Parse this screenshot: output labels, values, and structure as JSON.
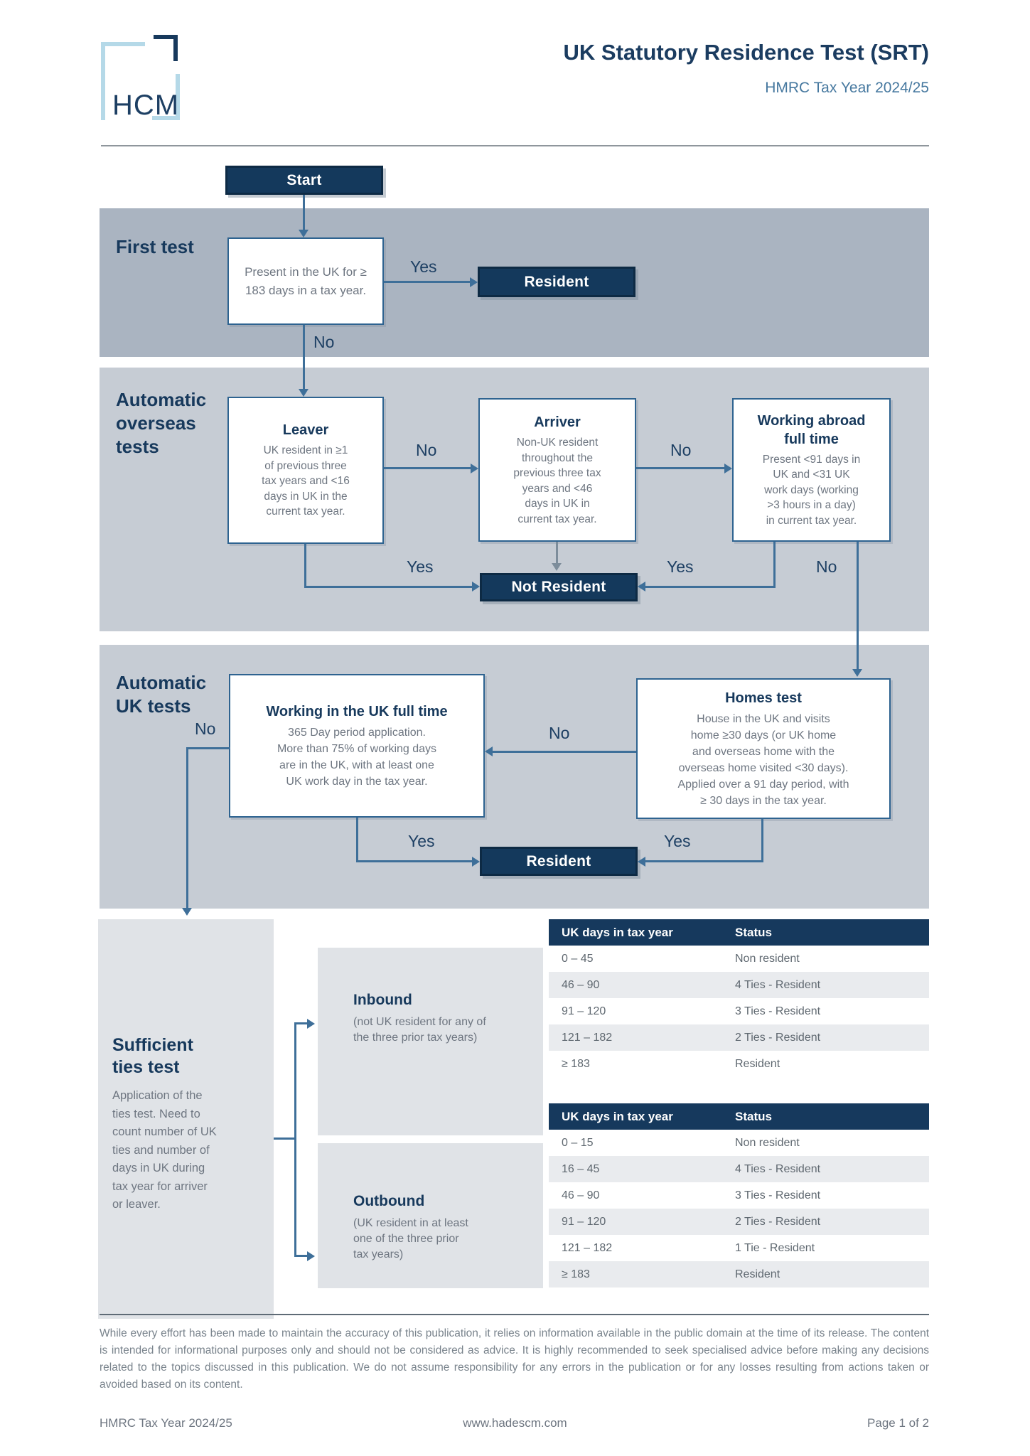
{
  "header": {
    "logo_text": "HCM",
    "title": "UK Statutory Residence Test (SRT)",
    "subtitle": "HMRC Tax Year 2024/25"
  },
  "sections": {
    "first": "First test",
    "overseas": "Automatic\noverseas\ntests",
    "uk": "Automatic\nUK tests"
  },
  "flow": {
    "start": "Start",
    "present": {
      "body": "Present in the UK for ≥\n183 days in a tax year."
    },
    "leaver": {
      "title": "Leaver",
      "body": "UK resident in ≥1\nof previous three\ntax years and <16\ndays in UK in the\ncurrent tax year."
    },
    "arriver": {
      "title": "Arriver",
      "body": "Non-UK resident\nthroughout the\nprevious three tax\nyears and <46\ndays in UK in\ncurrent tax year."
    },
    "working_abroad": {
      "title": "Working abroad\nfull time",
      "body": "Present <91 days in\nUK and <31 UK\nwork days (working\n>3 hours in a day)\nin current tax year."
    },
    "working_uk": {
      "title": "Working in the UK full time",
      "body": "365 Day period application.\nMore than 75% of working days\nare in the UK, with at least one\nUK work day in the tax year."
    },
    "homes": {
      "title": "Homes test",
      "body": "House in the UK and visits\nhome ≥30 days (or UK home\nand overseas home with the\noverseas home visited <30 days).\nApplied over a 91 day period, with\n≥ 30 days in the tax year."
    },
    "terminals": {
      "resident_top": "Resident",
      "not_resident": "Not Resident",
      "resident_mid": "Resident"
    },
    "labels": {
      "first_yes": "Yes",
      "first_no": "No",
      "leaver_no": "No",
      "arriver_no": "No",
      "leaver_yes": "Yes",
      "working_yes": "Yes",
      "working_no": "No",
      "homes_no": "No",
      "workinguk_no": "No",
      "workinguk_yes": "Yes",
      "homes_yes": "Yes"
    }
  },
  "ties": {
    "title": "Sufficient\nties test",
    "body": "Application of the\nties test. Need to\ncount number of UK\nties and number of\ndays in UK during\ntax year for arriver\nor leaver.",
    "inbound": {
      "title": "Inbound",
      "note": "(not UK resident for any of\nthe three prior tax years)"
    },
    "outbound": {
      "title": "Outbound",
      "note": "(UK resident in at least\none of the three prior\ntax years)"
    }
  },
  "tables": {
    "col_days": "UK days in tax year",
    "col_status": "Status",
    "inbound_rows": [
      [
        "0 – 45",
        "Non resident"
      ],
      [
        "46 – 90",
        "4 Ties - Resident"
      ],
      [
        "91 – 120",
        "3 Ties - Resident"
      ],
      [
        "121 – 182",
        "2 Ties - Resident"
      ],
      [
        "≥ 183",
        "Resident"
      ]
    ],
    "outbound_rows": [
      [
        "0 – 15",
        "Non resident"
      ],
      [
        "16 – 45",
        "4 Ties - Resident"
      ],
      [
        "46 – 90",
        "3 Ties - Resident"
      ],
      [
        "91 – 120",
        "2 Ties - Resident"
      ],
      [
        "121 – 182",
        "1 Tie - Resident"
      ],
      [
        "≥ 183",
        "Resident"
      ]
    ]
  },
  "footer": {
    "disclaimer": "While every effort has been made to maintain the accuracy of this publication, it relies on information available in the public domain at the time of its release. The content is intended for informational purposes only and should not be considered as advice. It is highly recommended to seek specialised advice before making any decisions related to the topics discussed in this publication. We do not assume responsibility for any errors in the publication or for any losses resulting from actions taken or avoided based on its content.",
    "tax_year": "HMRC Tax Year 2024/25",
    "website": "www.hadescm.com",
    "page": "Page 1 of 2"
  },
  "colors": {
    "navy": "#17395c",
    "navy_fill": "#14395c",
    "steel_blue": "#3e6f99",
    "band_dark": "#aab4c1",
    "band_light": "#c6ccd4",
    "panel_gray": "#e0e3e7",
    "table_header_navy": "#16395d",
    "alt_row_gray": "#e9ebee",
    "logo_light_blue": "#b5d9e8"
  }
}
